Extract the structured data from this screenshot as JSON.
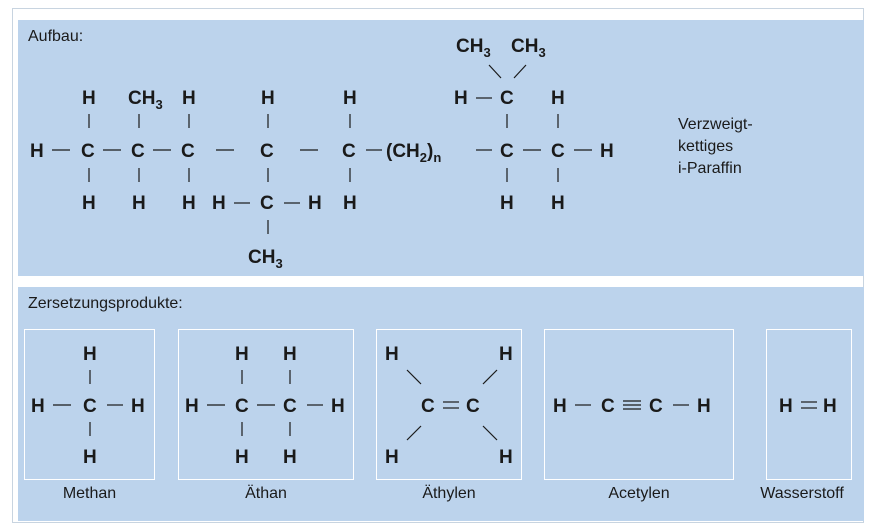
{
  "sections": {
    "structure_label": "Aufbau:",
    "products_label": "Zersetzungsprodukte:"
  },
  "structure_note": {
    "line1": "Verzweigt-",
    "line2": "kettiges",
    "line3": "i-Paraffin"
  },
  "molecules": [
    {
      "id": "methan",
      "name": "Methan"
    },
    {
      "id": "aethan",
      "name": "Äthan"
    },
    {
      "id": "aethylen",
      "name": "Äthylen"
    },
    {
      "id": "acetylen",
      "name": "Acetylen"
    },
    {
      "id": "wasserstoff",
      "name": "Wasserstoff"
    }
  ],
  "atoms": {
    "H": "H",
    "C": "C",
    "CH3": "CH",
    "CH2": "CH",
    "sub3": "3",
    "sub2": "2",
    "subn": "n"
  },
  "colors": {
    "panel": "#bcd3ec",
    "box_border": "#ffffff",
    "text": "#1a1a1a"
  }
}
